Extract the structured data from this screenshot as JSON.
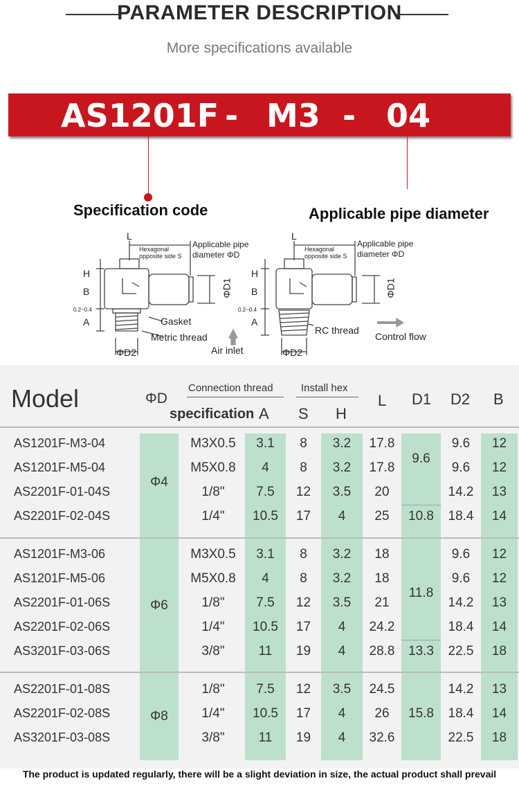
{
  "header": {
    "title": "PARAMETER DESCRIPTION",
    "subtitle": "More specifications available"
  },
  "code": {
    "part1": "AS1201F",
    "dash1": "-",
    "part2": "M3",
    "dash2": "-",
    "part3": "04"
  },
  "callouts": {
    "left": "Specification code",
    "right": "Applicable pipe diameter"
  },
  "diagram": {
    "left": {
      "L": "L",
      "hex": "Hexagonal opposite side S",
      "pipe": "Applicable pipe diameter ΦD",
      "H": "H",
      "B": "B",
      "A": "A",
      "dim": "0.2~0.4",
      "D1": "ΦD1",
      "D2": "ΦD2",
      "gasket": "Gasket",
      "thread": "Metric thread",
      "air": "Air inlet"
    },
    "right": {
      "L": "L",
      "hex": "Hexagonal opposite side S",
      "pipe": "Applicable pipe diameter ΦD",
      "H": "H",
      "B": "B",
      "A": "A",
      "dim": "0.2~0.4",
      "D1": "ΦD1",
      "D2": "ΦD2",
      "thread": "RC thread",
      "flow": "Control flow"
    }
  },
  "table": {
    "headers": {
      "model": "Model",
      "phiD": "ΦD",
      "conn": "Connection thread",
      "spec": "specification",
      "A": "A",
      "hex": "Install hex",
      "S": "S",
      "H": "H",
      "L": "L",
      "D1": "D1",
      "D2": "D2",
      "B": "B"
    },
    "groups": [
      {
        "phiD": "Φ4",
        "d1": [
          "9.6",
          "10.8"
        ],
        "rows": [
          [
            "AS1201F-M3-04",
            "M3X0.5",
            "3.1",
            "8",
            "3.2",
            "17.8",
            "9.6",
            "12"
          ],
          [
            "AS1201F-M5-04",
            "M5X0.8",
            "4",
            "8",
            "3.2",
            "17.8",
            "9.6",
            "12"
          ],
          [
            "AS2201F-01-04S",
            "1/8\"",
            "7.5",
            "12",
            "3.5",
            "20",
            "14.2",
            "13"
          ],
          [
            "AS2201F-02-04S",
            "1/4\"",
            "10.5",
            "17",
            "4",
            "25",
            "18.4",
            "14"
          ]
        ]
      },
      {
        "phiD": "Φ6",
        "d1": [
          "11.8",
          "13.3"
        ],
        "rows": [
          [
            "AS1201F-M3-06",
            "M3X0.5",
            "3.1",
            "8",
            "3.2",
            "18",
            "9.6",
            "12"
          ],
          [
            "AS1201F-M5-06",
            "M5X0.8",
            "4",
            "8",
            "3.2",
            "18",
            "9.6",
            "12"
          ],
          [
            "AS2201F-01-06S",
            "1/8\"",
            "7.5",
            "12",
            "3.5",
            "21",
            "14.2",
            "13"
          ],
          [
            "AS2201F-02-06S",
            "1/4\"",
            "10.5",
            "17",
            "4",
            "24.2",
            "18.4",
            "14"
          ],
          [
            "AS3201F-03-06S",
            "3/8\"",
            "11",
            "19",
            "4",
            "28.8",
            "22.5",
            "18"
          ]
        ]
      },
      {
        "phiD": "Φ8",
        "d1": [
          "15.8"
        ],
        "rows": [
          [
            "AS2201F-01-08S",
            "1/8\"",
            "7.5",
            "12",
            "3.5",
            "24.5",
            "14.2",
            "13"
          ],
          [
            "AS2201F-02-08S",
            "1/4\"",
            "10.5",
            "17",
            "4",
            "26",
            "18.4",
            "14"
          ],
          [
            "AS3201F-03-08S",
            "3/8\"",
            "11",
            "19",
            "4",
            "32.6",
            "22.5",
            "18"
          ]
        ]
      }
    ]
  },
  "footer": "The product is updated regularly, there will be a slight deviation in size, the actual product shall prevail"
}
